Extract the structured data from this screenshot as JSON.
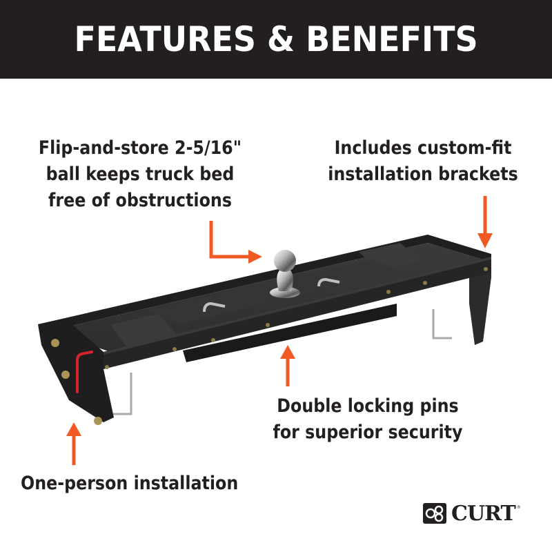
{
  "header": {
    "title": "FEATURES & BENEFITS",
    "background": "#231f20",
    "text_color": "#ffffff"
  },
  "callouts": {
    "ball": {
      "lines": [
        "Flip-and-store 2-5/16\"",
        "ball keeps truck bed",
        "free of obstructions"
      ]
    },
    "brackets": {
      "lines": [
        "Includes custom-fit",
        "installation brackets"
      ]
    },
    "pins": {
      "lines": [
        "Double locking pins",
        "for superior security"
      ]
    },
    "install": {
      "lines": [
        "One-person installation"
      ]
    }
  },
  "colors": {
    "arrow": "#f15a24",
    "text": "#231f20",
    "product_body": "#2a2a2a"
  },
  "product": {
    "name": "gooseneck-hitch",
    "icon": "gooseneck-hitch-image"
  },
  "brand": {
    "name": "CURT",
    "registered": "®",
    "icon": "curt-logo-icon"
  }
}
